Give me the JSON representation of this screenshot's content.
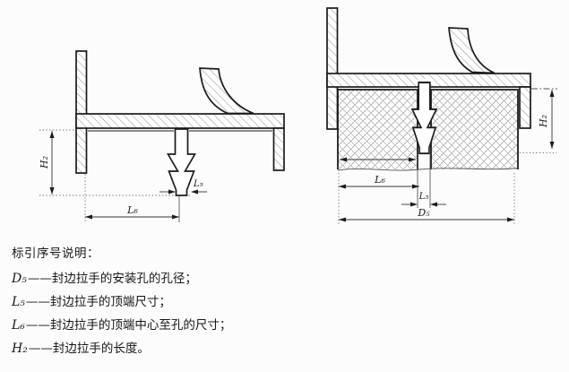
{
  "figure": {
    "left_view": {
      "labels": {
        "height": "H₂",
        "tip": "L₅",
        "center": "L₆"
      }
    },
    "right_view": {
      "labels": {
        "height": "H₂",
        "tip": "L₅",
        "center": "L₆",
        "hole": "D₅"
      }
    }
  },
  "legend": {
    "title": "标引序号说明：",
    "items": [
      {
        "symbol": "D₅",
        "desc": "——封边拉手的安装孔的孔径；"
      },
      {
        "symbol": "L₅",
        "desc": "——封边拉手的顶端尺寸；"
      },
      {
        "symbol": "L₆",
        "desc": "——封边拉手的顶端中心至孔的尺寸；"
      },
      {
        "symbol": "H₂",
        "desc": "——封边拉手的长度。"
      }
    ]
  },
  "colors": {
    "line": "#1b1b1b",
    "dimension_line": "#333333",
    "hatch": "#6a6a6a",
    "panel_hatch": "#9a9a9a",
    "background": "#fcfcfc"
  }
}
